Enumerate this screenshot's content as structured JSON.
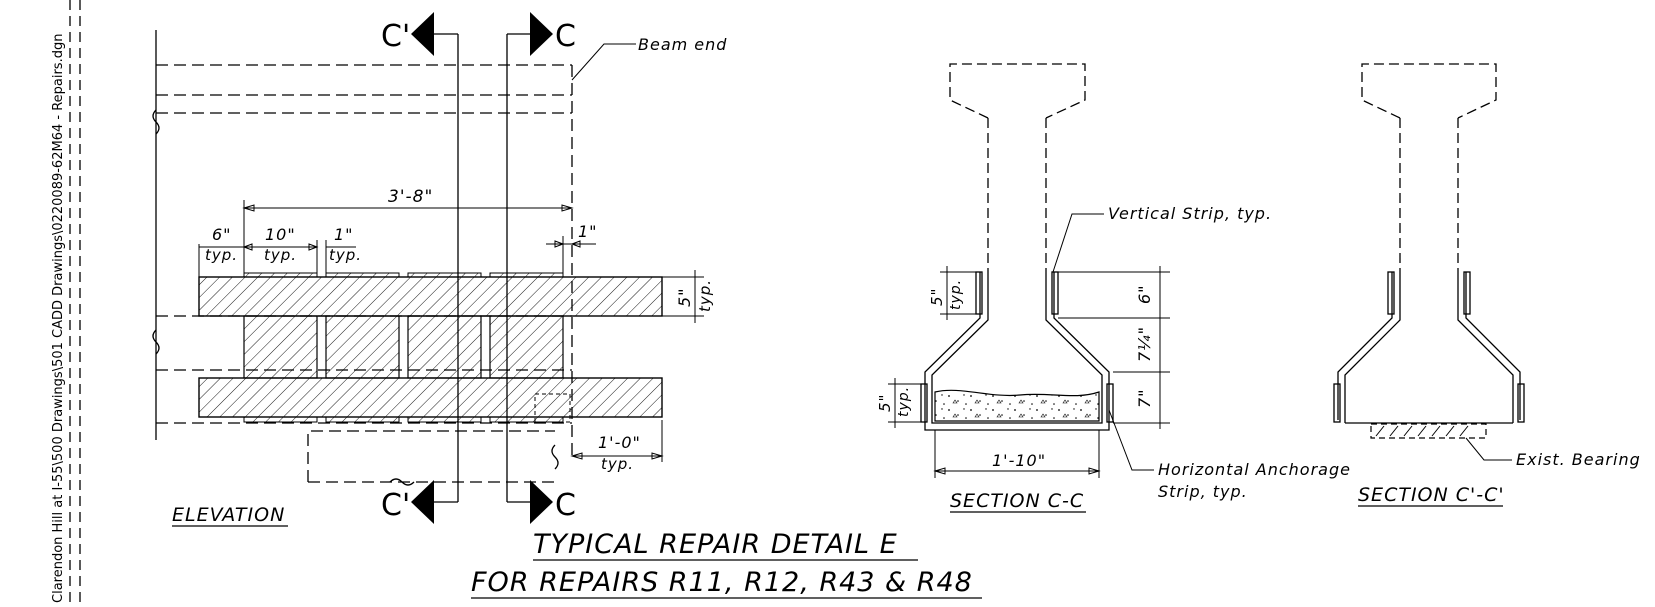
{
  "file_path_label": "Clarendon Hill at I-55\\500 Drawings\\501 CADD Drawings\\0220089-62M64 - Repairs.dgn",
  "elevation": {
    "section_marks": [
      "C'",
      "C",
      "C'",
      "C"
    ],
    "beam_end_label": "Beam end",
    "dim_overall": "3'-8\"",
    "dim_end_strip": "6\"",
    "dim_end_strip_typ": "typ.",
    "dim_strip_width": "10\"",
    "dim_strip_width_typ": "typ.",
    "dim_gap": "1\"",
    "dim_gap_typ": "typ.",
    "dim_beam_end_gap": "1\"",
    "dim_flange_strip": "5\"",
    "dim_flange_strip_typ": "typ.",
    "dim_extension": "1'-0\"",
    "dim_extension_typ": "typ.",
    "view_title": "ELEVATION"
  },
  "section_cc": {
    "vertical_strip_label": "Vertical Strip, typ.",
    "dim_top_strip": "5\"",
    "dim_top_strip_typ": "typ.",
    "dim_bottom_strip": "5\"",
    "dim_bottom_strip_typ": "typ.",
    "dim_6": "6\"",
    "dim_7_1_4": "7¼\"",
    "dim_7": "7\"",
    "dim_width": "1'-10\"",
    "horizontal_strip_label_1": "Horizontal Anchorage",
    "horizontal_strip_label_2": "Strip, typ.",
    "view_title": "SECTION C-C"
  },
  "section_c_prime": {
    "bearing_label": "Exist. Bearing",
    "view_title": "SECTION C'-C'"
  },
  "detail_title_1": "TYPICAL REPAIR DETAIL E",
  "detail_title_2": "FOR REPAIRS R11, R12, R43 & R48"
}
